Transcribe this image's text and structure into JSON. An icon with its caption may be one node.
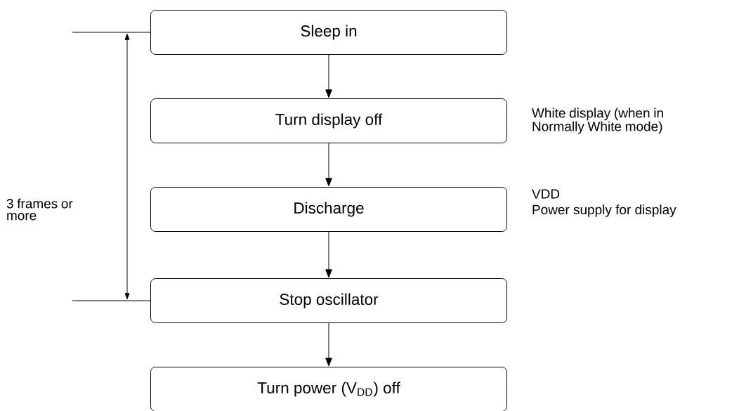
{
  "diagram": {
    "nodes": [
      {
        "text": [
          "Sleep in"
        ]
      },
      {
        "text": [
          "Turn display off"
        ],
        "beside": [
          "White display (when in Normally White mode)"
        ]
      },
      {
        "text": [
          "Discharge"
        ],
        "beside": [
          "VDD",
          "Power supply for display"
        ]
      },
      {
        "text": [
          "Stop oscillator"
        ]
      },
      {
        "text": [
          "Turn power (V$_{DD}$) off"
        ]
      }
    ],
    "edges": [
      {
        "from": 0,
        "to": 1,
        "arrow": "to"
      },
      {
        "from": 1,
        "to": 2,
        "arrow": "to"
      },
      {
        "from": 2,
        "to": 3,
        "arrow": "to"
      },
      {
        "from": 3,
        "to": 4,
        "arrow": "to"
      }
    ],
    "labels": [
      "3 frames or more"
    ]
  }
}
